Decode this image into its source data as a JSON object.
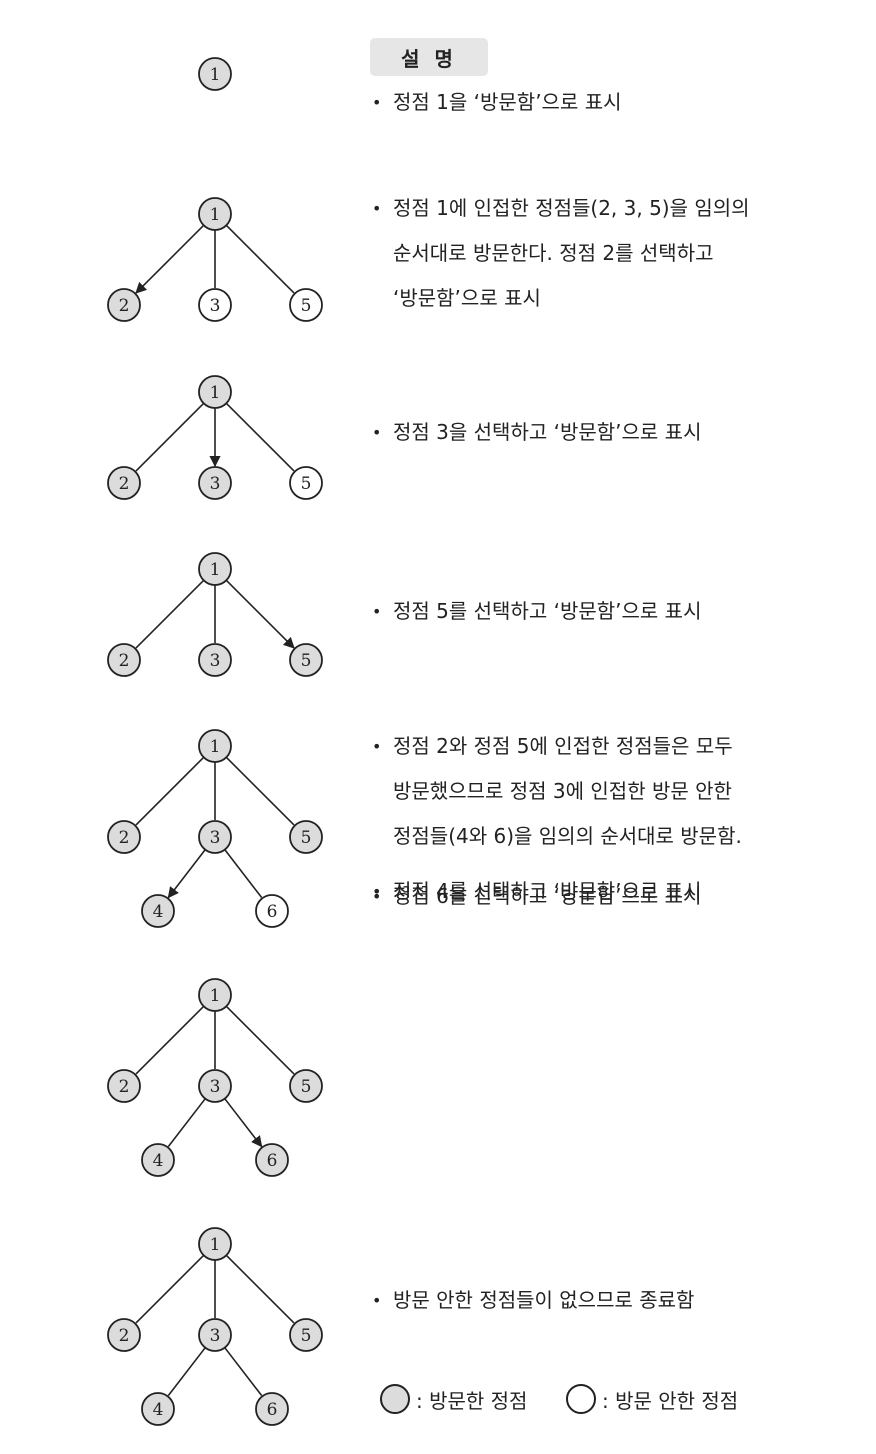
{
  "header": {
    "title": "설 명"
  },
  "steps": [
    {
      "nodes": [
        {
          "label": "1",
          "visited": true
        }
      ],
      "edges": [],
      "description": [
        {
          "text": "정점 1을 ‘방문함’으로 표시",
          "bullet": true
        }
      ]
    },
    {
      "nodes": [
        {
          "label": "1",
          "visited": true
        },
        {
          "label": "2",
          "visited": true
        },
        {
          "label": "3",
          "visited": false
        },
        {
          "label": "5",
          "visited": false
        }
      ],
      "edges": [
        {
          "from": "1",
          "to": "2",
          "arrow": true
        },
        {
          "from": "1",
          "to": "3",
          "arrow": false
        },
        {
          "from": "1",
          "to": "5",
          "arrow": false
        }
      ],
      "description": [
        {
          "text": "정점 1에 인접한 정점들(2, 3, 5)을 임의의",
          "bullet": true
        },
        {
          "text": "순서대로 방문한다. 정점 2를 선택하고",
          "bullet": false
        },
        {
          "text": "‘방문함’으로 표시",
          "bullet": false
        }
      ]
    },
    {
      "nodes": [
        {
          "label": "1",
          "visited": true
        },
        {
          "label": "2",
          "visited": true
        },
        {
          "label": "3",
          "visited": true
        },
        {
          "label": "5",
          "visited": false
        }
      ],
      "edges": [
        {
          "from": "1",
          "to": "2",
          "arrow": false
        },
        {
          "from": "1",
          "to": "3",
          "arrow": true
        },
        {
          "from": "1",
          "to": "5",
          "arrow": false
        }
      ],
      "description": [
        {
          "text": "정점 3을 선택하고 ‘방문함’으로 표시",
          "bullet": true
        }
      ]
    },
    {
      "nodes": [
        {
          "label": "1",
          "visited": true
        },
        {
          "label": "2",
          "visited": true
        },
        {
          "label": "3",
          "visited": true
        },
        {
          "label": "5",
          "visited": true
        }
      ],
      "edges": [
        {
          "from": "1",
          "to": "2",
          "arrow": false
        },
        {
          "from": "1",
          "to": "3",
          "arrow": false
        },
        {
          "from": "1",
          "to": "5",
          "arrow": true
        }
      ],
      "description": [
        {
          "text": "정점 5를 선택하고 ‘방문함’으로 표시",
          "bullet": true
        }
      ]
    },
    {
      "nodes": [
        {
          "label": "1",
          "visited": true
        },
        {
          "label": "2",
          "visited": true
        },
        {
          "label": "3",
          "visited": true
        },
        {
          "label": "5",
          "visited": true
        },
        {
          "label": "4",
          "visited": true
        },
        {
          "label": "6",
          "visited": false
        }
      ],
      "edges": [
        {
          "from": "1",
          "to": "2",
          "arrow": false
        },
        {
          "from": "1",
          "to": "3",
          "arrow": false
        },
        {
          "from": "1",
          "to": "5",
          "arrow": false
        },
        {
          "from": "3",
          "to": "4",
          "arrow": true
        },
        {
          "from": "3",
          "to": "6",
          "arrow": false
        }
      ],
      "description": [
        {
          "text": "정점 2와 정점 5에 인접한 정점들은 모두",
          "bullet": true
        },
        {
          "text": "방문했으므로 정점 3에 인접한 방문 안한",
          "bullet": false
        },
        {
          "text": "정점들(4와 6)을 임의의 순서대로 방문함.",
          "bullet": false
        },
        {
          "text": "정점 4를 선택하고 ‘방문함’으로 표시",
          "bullet": true
        }
      ]
    },
    {
      "nodes": [
        {
          "label": "1",
          "visited": true
        },
        {
          "label": "2",
          "visited": true
        },
        {
          "label": "3",
          "visited": true
        },
        {
          "label": "5",
          "visited": true
        },
        {
          "label": "4",
          "visited": true
        },
        {
          "label": "6",
          "visited": true
        }
      ],
      "edges": [
        {
          "from": "1",
          "to": "2",
          "arrow": false
        },
        {
          "from": "1",
          "to": "3",
          "arrow": false
        },
        {
          "from": "1",
          "to": "5",
          "arrow": false
        },
        {
          "from": "3",
          "to": "4",
          "arrow": false
        },
        {
          "from": "3",
          "to": "6",
          "arrow": true
        }
      ],
      "description": [
        {
          "text": "정점 6을 선택하고 ‘방문함’으로 표시",
          "bullet": true
        }
      ]
    },
    {
      "nodes": [
        {
          "label": "1",
          "visited": true
        },
        {
          "label": "2",
          "visited": true
        },
        {
          "label": "3",
          "visited": true
        },
        {
          "label": "5",
          "visited": true
        },
        {
          "label": "4",
          "visited": true
        },
        {
          "label": "6",
          "visited": true
        }
      ],
      "edges": [
        {
          "from": "1",
          "to": "2",
          "arrow": false
        },
        {
          "from": "1",
          "to": "3",
          "arrow": false
        },
        {
          "from": "1",
          "to": "5",
          "arrow": false
        },
        {
          "from": "3",
          "to": "4",
          "arrow": false
        },
        {
          "from": "3",
          "to": "6",
          "arrow": false
        }
      ],
      "description": [
        {
          "text": "방문 안한 정점들이 없으므로 종료함",
          "bullet": true
        }
      ]
    }
  ],
  "legend": {
    "visited_label": ": 방문한 정점",
    "unvisited_label": ": 방문 안한 정점"
  },
  "colors": {
    "visited_fill": "#dcdcdc",
    "unvisited_fill": "#ffffff",
    "stroke": "#222222"
  }
}
